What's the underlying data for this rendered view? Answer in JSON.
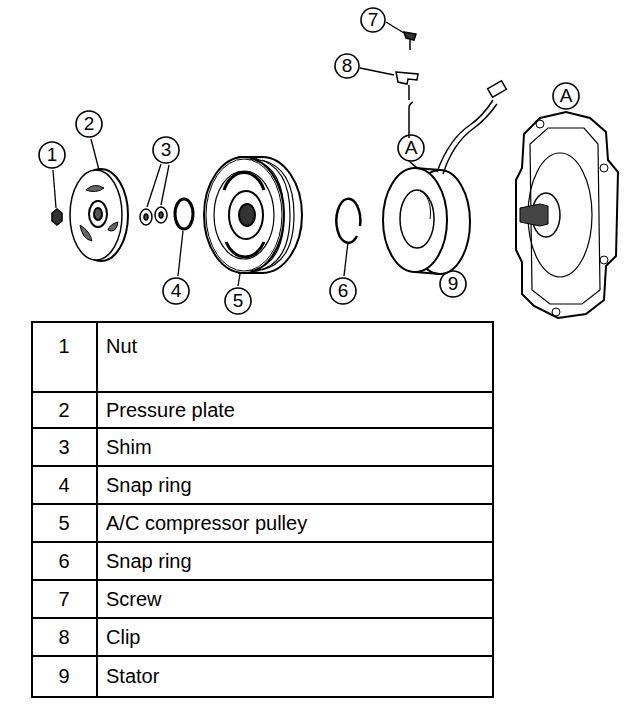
{
  "diagram": {
    "labels": [
      "1",
      "2",
      "3",
      "4",
      "5",
      "6",
      "7",
      "8",
      "9",
      "A",
      "A",
      "1",
      "Nut",
      "2",
      "Pressure plate",
      "3",
      "Shim",
      "4",
      "Snap ring",
      "5",
      "A/C compressor pulley",
      "6",
      "Snap ring",
      "7",
      "Screw",
      "8",
      "Clip",
      "9",
      "Stator"
    ]
  }
}
